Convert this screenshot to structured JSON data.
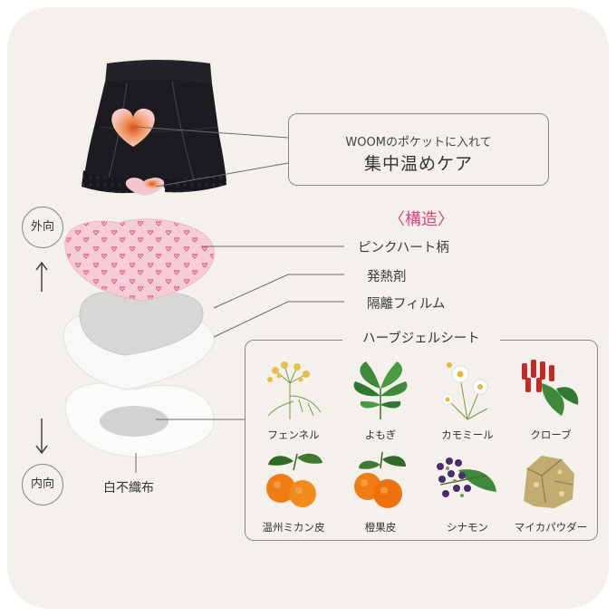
{
  "callout": {
    "line1": "WOOMのポケットに入れて",
    "line2": "集中温めケア"
  },
  "structure": {
    "title": "〈構造〉",
    "layers": [
      "ピンクハート柄",
      "発熱剤",
      "隔離フィルム"
    ],
    "bottom_layer": "白不織布"
  },
  "direction": {
    "outer": "外向",
    "inner": "内向"
  },
  "herbs": {
    "title": "ハーブジェルシート",
    "items": [
      {
        "name": "フェンネル",
        "icon": "fennel-icon"
      },
      {
        "name": "よもぎ",
        "icon": "mugwort-icon"
      },
      {
        "name": "カモミール",
        "icon": "chamomile-icon"
      },
      {
        "name": "クローブ",
        "icon": "clove-icon"
      },
      {
        "name": "温州ミカン皮",
        "icon": "mandarin-peel-icon"
      },
      {
        "name": "橙果皮",
        "icon": "bitter-orange-peel-icon"
      },
      {
        "name": "シナモン",
        "icon": "cinnamon-icon"
      },
      {
        "name": "マイカパウダー",
        "icon": "mica-powder-icon"
      }
    ]
  },
  "colors": {
    "accent": "#d9447a",
    "garment": "#1c1b20",
    "heart_pink": "#f6c9d2",
    "orange": "#f07c14"
  }
}
